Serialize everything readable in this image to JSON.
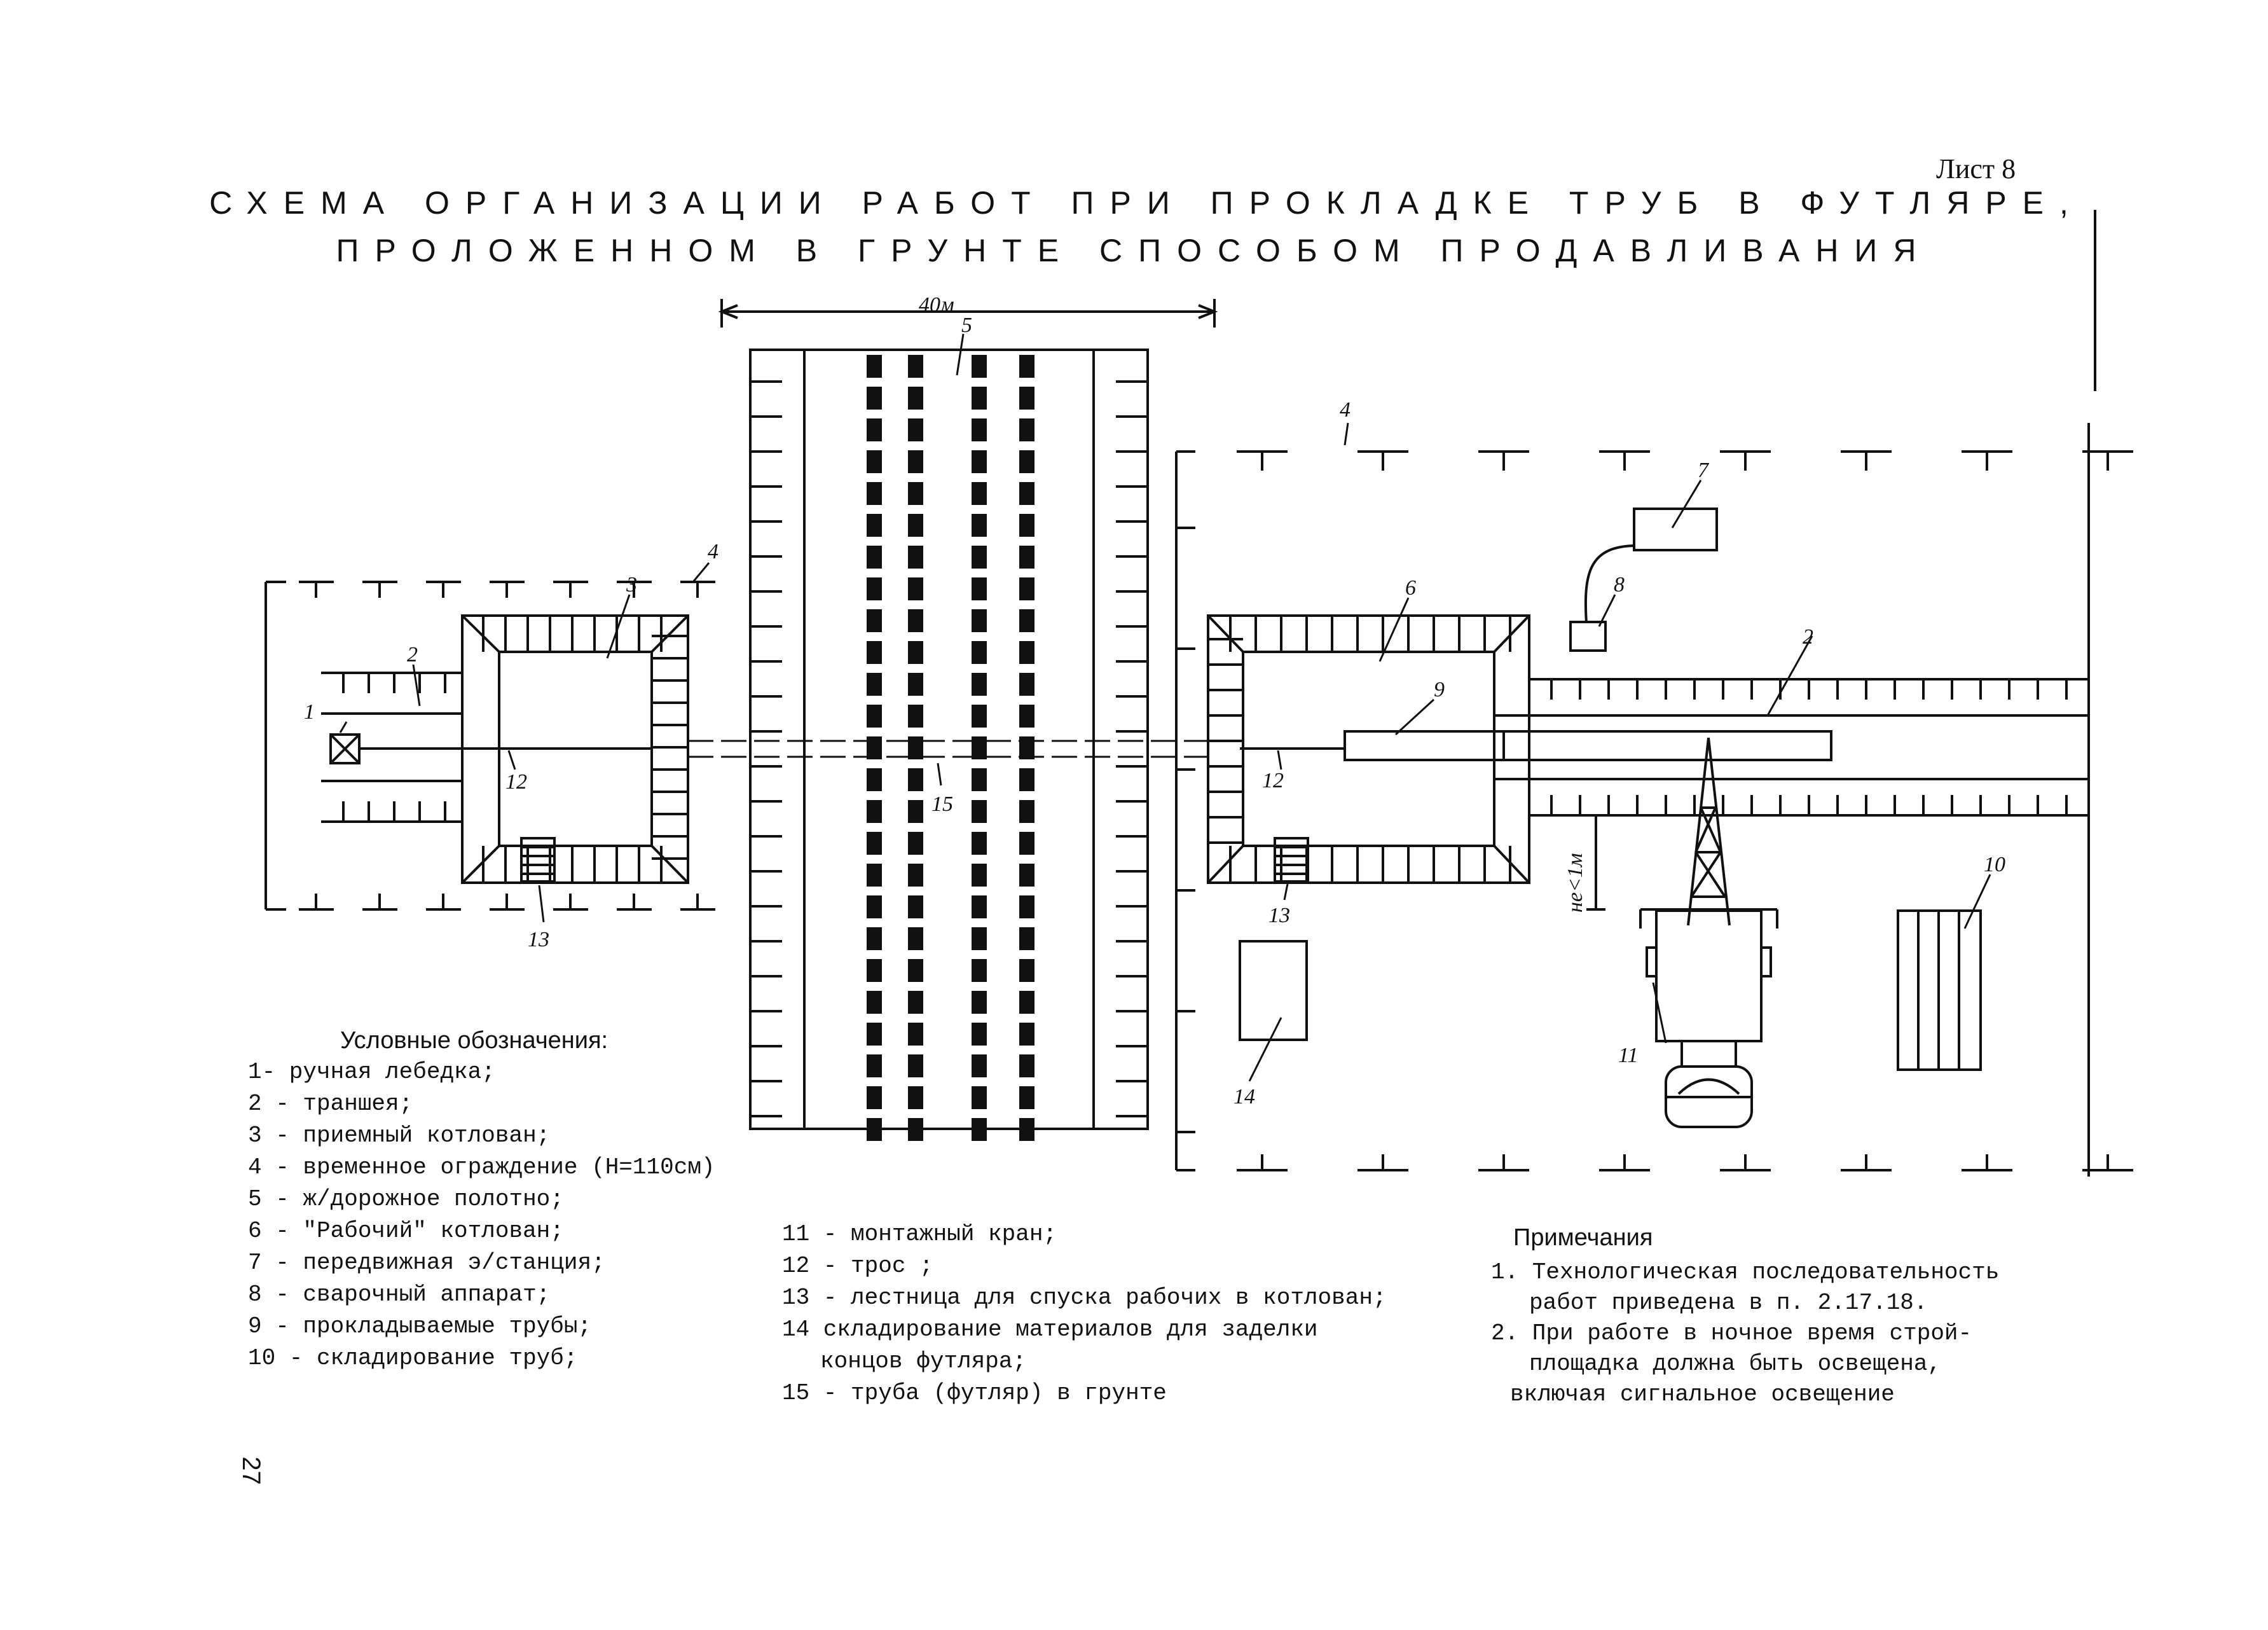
{
  "sheet_label": "Лист 8",
  "title_line1": "СХЕМА ОРГАНИЗАЦИИ РАБОТ ПРИ ПРОКЛАДКЕ ТРУБ В ФУТЛЯРЕ,",
  "title_line2": "ПРОЛОЖЕННОМ В ГРУНТЕ СПОСОБОМ ПРОДАВЛИВАНИЯ",
  "dimension_label": "40м",
  "clearance_label": "не<1м",
  "callouts": [
    "1",
    "2",
    "3",
    "4",
    "5",
    "6",
    "7",
    "8",
    "9",
    "10",
    "11",
    "12",
    "13",
    "14",
    "15"
  ],
  "legend": {
    "title": "Условные обозначения:",
    "items": [
      "1- ручная лебедка;",
      "2 - траншея;",
      "3 - приемный котлован;",
      "4 - временное ограждение (Н=110см)",
      "5 - ж/дорожное полотно;",
      "6 - \"Рабочий\" котлован;",
      "7 - передвижная э/станция;",
      "8 - сварочный аппарат;",
      "9 - прокладываемые трубы;",
      "10 - складирование труб;"
    ],
    "items2": [
      "11 - монтажный кран;",
      "12 - трос ;",
      "13 - лестница для спуска рабочих в котлован;",
      "14 складирование материалов для заделки",
      "концов футляра;",
      "15 - труба (футляр) в грунте"
    ]
  },
  "notes": {
    "title": "Примечания",
    "items": [
      "1. Технологическая последовательность",
      "работ приведена в п. 2.17.18.",
      "2. При работе в ночное время строй-",
      "площадка должна быть освещена,",
      "включая сигнальное освещение"
    ]
  },
  "page_number": "27"
}
